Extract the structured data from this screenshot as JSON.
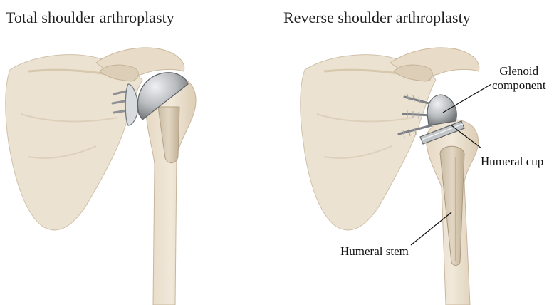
{
  "panels": [
    {
      "title": "Total shoulder arthroplasty"
    },
    {
      "title": "Reverse shoulder arthroplasty",
      "labels": {
        "glenoid_line1": "Glenoid",
        "glenoid_line2": "component",
        "humeral_cup": "Humeral cup",
        "humeral_stem": "Humeral stem"
      }
    }
  ],
  "colors": {
    "bone": "#ede3d3",
    "bone_shade": "#d9cbb6",
    "bone_edge": "#c7b69c",
    "metal": "#b9bcbf",
    "metal_dark": "#7d8185",
    "leader": "#111111"
  }
}
